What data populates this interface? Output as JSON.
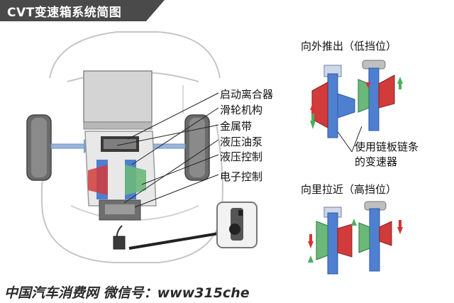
{
  "title": "CVT变速箱系统简图",
  "components": {
    "clutch": "启动离合器",
    "pulley": "滑轮机构",
    "belt": "金属带",
    "pump": "液压油泵",
    "hydraulic_control": "液压控制",
    "electronic_control": "电子控制"
  },
  "states": {
    "low": "向外推出（低挡位）",
    "high": "向里拉近（高挡位）"
  },
  "chain_note": [
    "使用链板链条",
    "的变速器"
  ],
  "watermark": "中国汽车消费网  微信号：www315che",
  "colors": {
    "title_bg": "#4a4a4a",
    "shaft_blue": "#4f7fd0",
    "pulley_red": "#d23b3b",
    "pulley_green": "#6ab87a",
    "arrow_red": "#d8322e",
    "arrow_green": "#4cae5a",
    "car_outline": "#bfbfbf"
  }
}
